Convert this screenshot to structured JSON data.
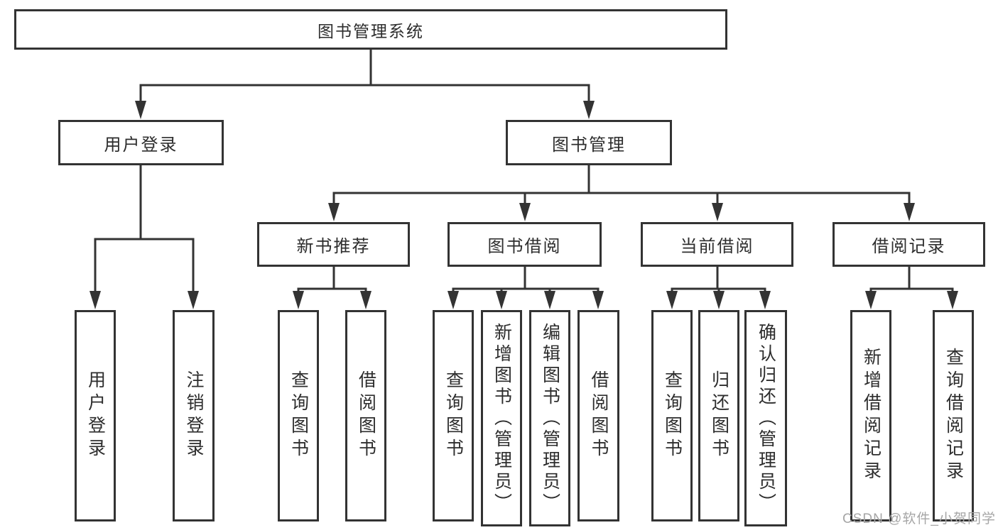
{
  "diagram": {
    "root": {
      "label": "图书管理系统"
    },
    "level2": [
      {
        "label": "用户登录"
      },
      {
        "label": "图书管理"
      }
    ],
    "level3": [
      {
        "label": "新书推荐"
      },
      {
        "label": "图书借阅"
      },
      {
        "label": "当前借阅"
      },
      {
        "label": "借阅记录"
      }
    ],
    "leaves": {
      "user_login": [
        {
          "label": "用户登录"
        },
        {
          "label": "注销登录"
        }
      ],
      "new_book": [
        {
          "label": "查询图书"
        },
        {
          "label": "借阅图书"
        }
      ],
      "book_borrow": [
        {
          "label": "查询图书"
        },
        {
          "label": "新增图书（管理员）"
        },
        {
          "label": "编辑图书（管理员）"
        },
        {
          "label": "借阅图书"
        }
      ],
      "current_borrow": [
        {
          "label": "查询图书"
        },
        {
          "label": "归还图书"
        },
        {
          "label": "确认归还（管理员）"
        }
      ],
      "borrow_record": [
        {
          "label": "新增借阅记录"
        },
        {
          "label": "查询借阅记录"
        }
      ]
    }
  },
  "watermark": {
    "text": "CSDN @软件_小贺同学"
  },
  "colors": {
    "line": "#333333",
    "text": "#2d2d2d",
    "box_background": "#ffffff",
    "watermark": "#a6a6a6",
    "background": "#ffffff"
  }
}
